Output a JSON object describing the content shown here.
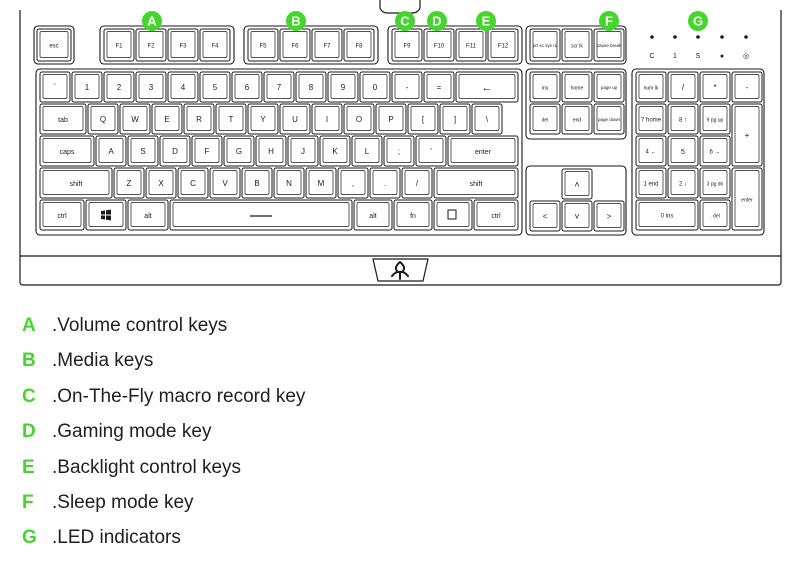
{
  "callouts": [
    {
      "letter": "A",
      "text": "Volume control keys"
    },
    {
      "letter": "B",
      "text": "Media keys"
    },
    {
      "letter": "C",
      "text": "On-The-Fly macro record key"
    },
    {
      "letter": "D",
      "text": "Gaming mode key"
    },
    {
      "letter": "E",
      "text": "Backlight control keys"
    },
    {
      "letter": "F",
      "text": "Sleep mode key"
    },
    {
      "letter": "G",
      "text": "LED indicators"
    }
  ],
  "led_labels": [
    "C",
    "1",
    "S",
    "●",
    "◎"
  ],
  "keys": {
    "esc": "esc",
    "f1": "F1",
    "f2": "F2",
    "f3": "F3",
    "f4": "F4",
    "f5": "F5",
    "f6": "F6",
    "f7": "F7",
    "f8": "F8",
    "f9": "F9",
    "f10": "F10",
    "f11": "F11",
    "f12": "F12",
    "prtsc": "prt sc sys rq",
    "scrlk": "scr lk",
    "pause": "pause break",
    "tab": "tab",
    "caps": "caps",
    "lshift": "shift",
    "rshift": "shift",
    "lctrl": "ctrl",
    "rctrl": "ctrl",
    "lalt": "alt",
    "ralt": "alt",
    "fn": "fn",
    "enter": "enter",
    "backspace": "←",
    "ins": "ins",
    "home": "home",
    "pgup": "page up",
    "del": "del",
    "end": "end",
    "pgdn": "page down",
    "numlk": "num lk",
    "kp_enter": "enter",
    "row1": [
      "`",
      "1",
      "2",
      "3",
      "4",
      "5",
      "6",
      "7",
      "8",
      "9",
      "0",
      "-",
      "="
    ],
    "row2": [
      "Q",
      "W",
      "E",
      "R",
      "T",
      "Y",
      "U",
      "I",
      "O",
      "P",
      "[",
      "]",
      "\\"
    ],
    "row3": [
      "A",
      "S",
      "D",
      "F",
      "G",
      "H",
      "J",
      "K",
      "L",
      ";",
      "'"
    ],
    "row4": [
      "Z",
      "X",
      "C",
      "V",
      "B",
      "N",
      "M",
      ",",
      ".",
      "/"
    ],
    "numpad": [
      "/",
      "*",
      "-",
      "7 home",
      "8 ↑",
      "9 pg up",
      "+",
      "4 ←",
      "5",
      "6 →",
      "1 end",
      "2 ↓",
      "3 pg dn",
      "0 ins",
      ". del"
    ]
  },
  "colors": {
    "accent": "#44d62c",
    "outline": "#1a1a1a",
    "text": "#1f1f1f"
  }
}
